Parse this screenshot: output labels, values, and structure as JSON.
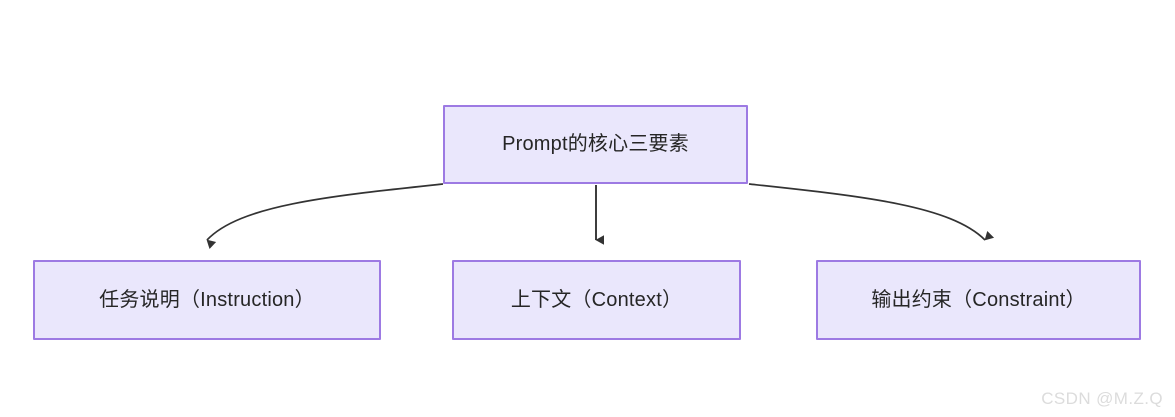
{
  "diagram": {
    "type": "flowchart",
    "orientation": "top-down",
    "background_color": "#ffffff",
    "node_fill_color": "#eae7fc",
    "node_border_color": "#9d7ae3",
    "node_text_color": "#262626",
    "edge_color": "#333333",
    "root": {
      "id": "root",
      "label": "Prompt的核心三要素"
    },
    "children": [
      {
        "id": "instruction",
        "label": "任务说明（Instruction）"
      },
      {
        "id": "context",
        "label": "上下文（Context）"
      },
      {
        "id": "constraint",
        "label": "输出约束（Constraint）"
      }
    ],
    "edges": [
      {
        "from": "root",
        "to": "instruction",
        "style": "curved",
        "arrow": "filled-triangle"
      },
      {
        "from": "root",
        "to": "context",
        "style": "straight",
        "arrow": "filled-triangle"
      },
      {
        "from": "root",
        "to": "constraint",
        "style": "curved",
        "arrow": "filled-triangle"
      }
    ]
  },
  "watermark": {
    "text": "CSDN @M.Z.Q",
    "color": "#dcdcdc"
  }
}
